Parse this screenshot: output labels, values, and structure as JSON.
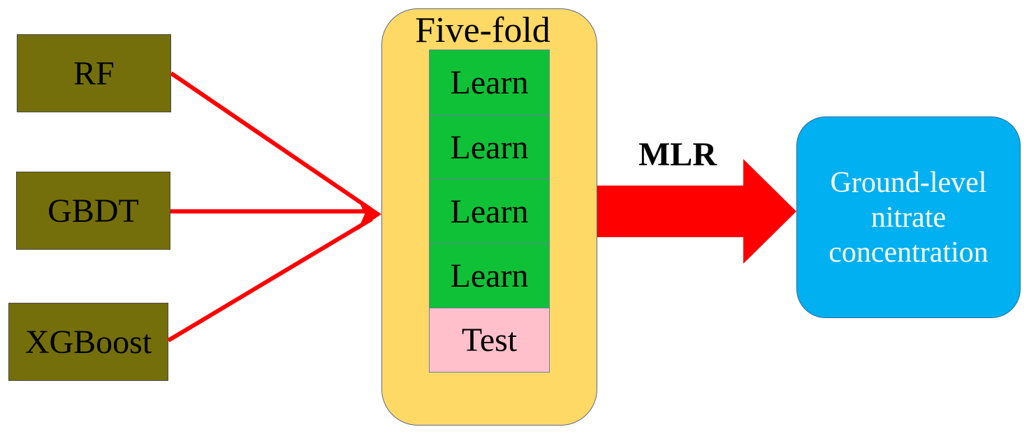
{
  "inputs": [
    {
      "label": "RF"
    },
    {
      "label": "GBDT"
    },
    {
      "label": "XGBoost"
    }
  ],
  "cross_validation": {
    "title": "Five-fold",
    "folds": [
      {
        "label": "Learn",
        "role": "learn"
      },
      {
        "label": "Learn",
        "role": "learn"
      },
      {
        "label": "Learn",
        "role": "learn"
      },
      {
        "label": "Learn",
        "role": "learn"
      },
      {
        "label": "Test",
        "role": "test"
      }
    ]
  },
  "combiner": {
    "label": "MLR"
  },
  "output": {
    "lines": [
      "Ground-level",
      "nitrate",
      "concentration"
    ]
  },
  "colors": {
    "model_box": "#746f0a",
    "panel": "#ffd966",
    "learn": "#0fc136",
    "test": "#ffc0cb",
    "arrow": "#ff0000",
    "output": "#00b0f0",
    "output_text": "#ffffff"
  }
}
